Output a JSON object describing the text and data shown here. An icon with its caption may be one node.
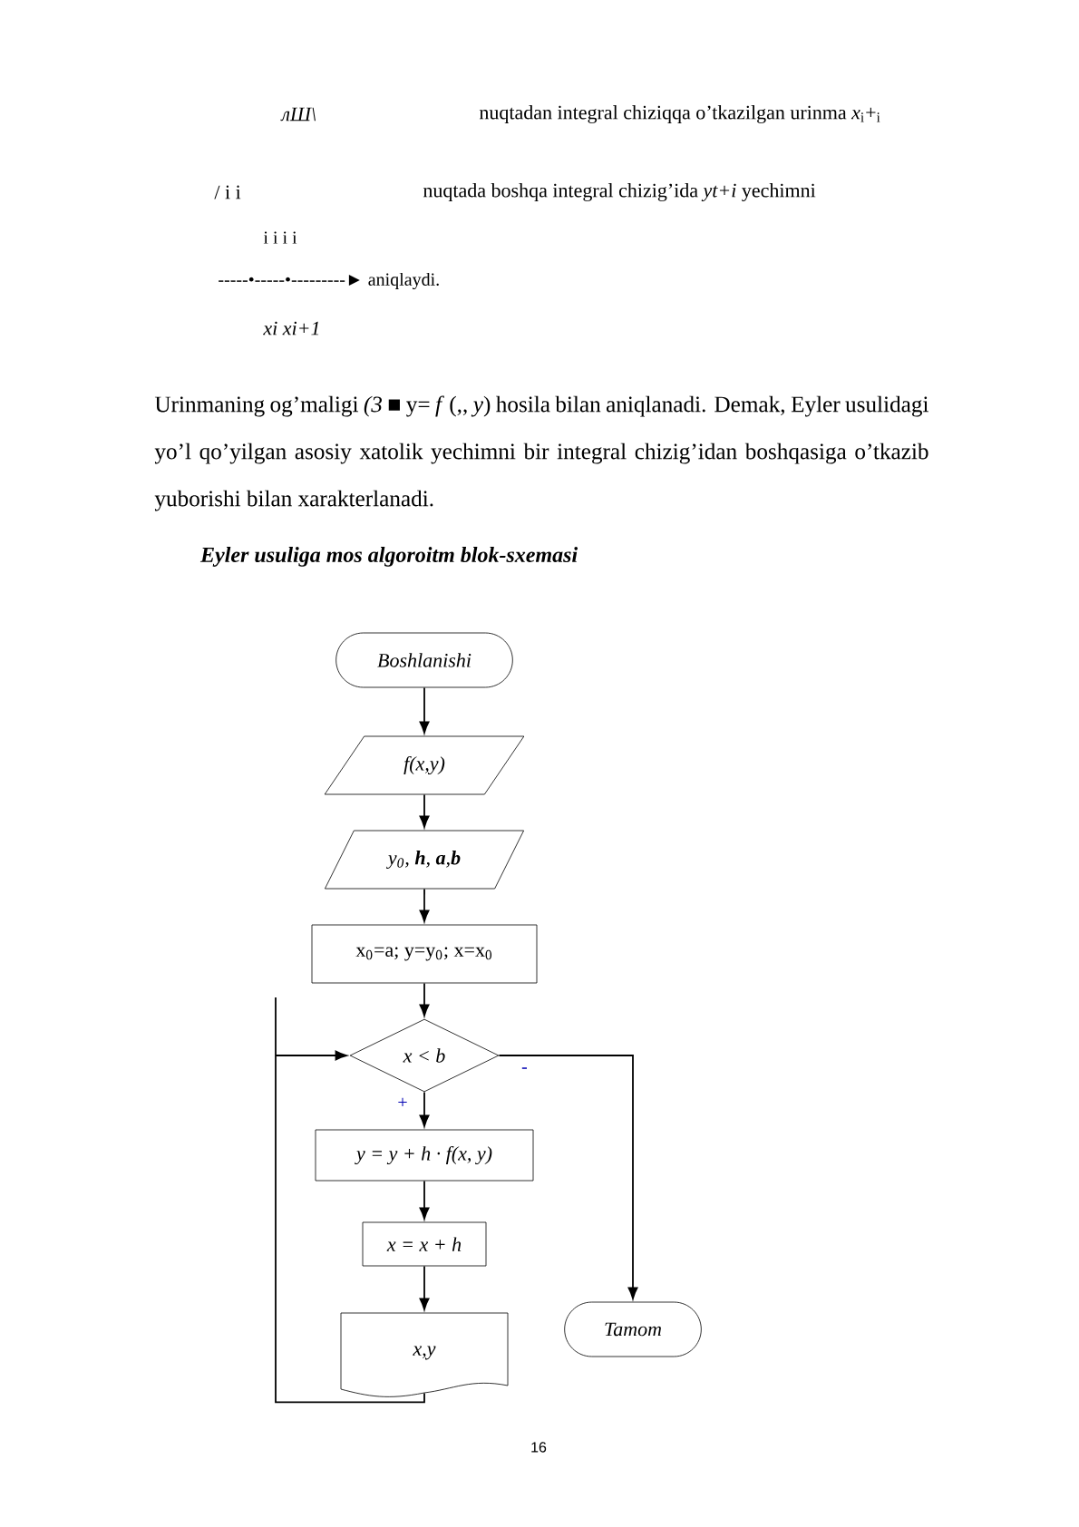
{
  "diagram": {
    "title": "Eyler usuliga mos algoroitm blok-sxemasi",
    "nodes": [
      {
        "text": [
          "Boshlanishi"
        ]
      },
      {
        "text": [
          "f(x,y)"
        ]
      },
      {
        "text": [
          "y$_{0}$, **h**, **a**,**b**"
        ]
      },
      {
        "text": [
          "x$_{0}$=a;  y=y$_{0}$; x=x$_{0}$"
        ]
      },
      {
        "text": [
          "x < b"
        ]
      },
      {
        "text": [
          "y = y + h · f(x, y)"
        ]
      },
      {
        "text": [
          "x = x + h"
        ]
      },
      {
        "text": [
          "x,y"
        ]
      },
      {
        "text": [
          "Tamom"
        ]
      }
    ],
    "edges": [
      {
        "from": 0,
        "to": 1,
        "arrow": "to"
      },
      {
        "from": 1,
        "to": 2,
        "arrow": "to"
      },
      {
        "from": 2,
        "to": 3,
        "arrow": "to"
      },
      {
        "from": 3,
        "to": 4,
        "arrow": "to"
      },
      {
        "from": 4,
        "to": 5,
        "arrow": "to",
        "label": "+"
      },
      {
        "from": 5,
        "to": 6,
        "arrow": "to"
      },
      {
        "from": 6,
        "to": 7,
        "arrow": "to"
      },
      {
        "from": 7,
        "to": 4,
        "arrow": "to"
      },
      {
        "from": 4,
        "to": 8,
        "arrow": "to",
        "label": "-"
      }
    ],
    "labels": [
      "лШ\\",
      "nuqtadan integral chiziqqa o’tkazilgan urinma *x*$_{i}$+$_{i}$",
      "/ i i",
      "nuqtada boshqa integral chizig’ida *yt+i* yechimni",
      "i i i i",
      "-----•-----•---------► aniqlaydi.",
      "xi xi+1",
      "Urinmaning og’maligi *(3* ■ y= *f* (,, *y*) hosila bilan aniqlanadi. Demak, Eyler usulidagi yo’l qo’yilgan asosiy xatolik yechimni bir integral chizig’idan boshqasiga o’tkazib yuborishi bilan xarakterlanadi.",
      "16"
    ]
  }
}
